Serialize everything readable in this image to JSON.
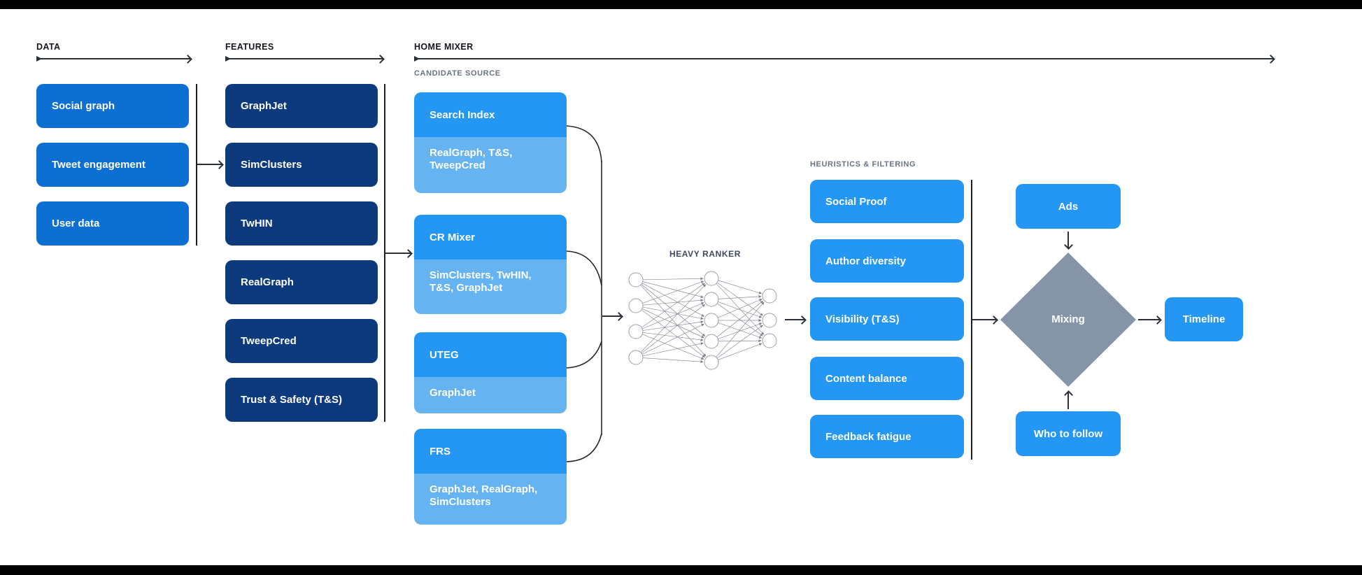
{
  "diagram": {
    "data_section": {
      "label": "DATA",
      "boxes": [
        "Social graph",
        "Tweet engagement",
        "User data"
      ]
    },
    "features_section": {
      "label": "FEATURES",
      "boxes": [
        "GraphJet",
        "SimClusters",
        "TwHIN",
        "RealGraph",
        "TweepCred",
        "Trust & Safety (T&S)"
      ]
    },
    "home_mixer_section": {
      "label": "HOME MIXER",
      "candidate_source": {
        "label": "CANDIDATE SOURCE",
        "boxes": [
          {
            "title": "Search Index",
            "sources": "RealGraph, T&S, TweepCred"
          },
          {
            "title": "CR Mixer",
            "sources": "SimClusters, TwHIN, T&S, GraphJet"
          },
          {
            "title": "UTEG",
            "sources": "GraphJet"
          },
          {
            "title": "FRS",
            "sources": "GraphJet, RealGraph, SimClusters"
          }
        ]
      },
      "heavy_ranker": {
        "label": "HEAVY RANKER"
      },
      "heuristics": {
        "label": "HEURISTICS & FILTERING",
        "boxes": [
          "Social Proof",
          "Author diversity",
          "Visibility (T&S)",
          "Content balance",
          "Feedback fatigue"
        ]
      },
      "mixing": {
        "ads": "Ads",
        "diamond": "Mixing",
        "who_to_follow": "Who to follow",
        "timeline": "Timeline"
      }
    }
  },
  "colors": {
    "data_box": "#0d6fd2",
    "features_box": "#0d3a7d",
    "candidate_header": "#2397f3",
    "candidate_sub": "#66b3f1",
    "heuristics_box": "#2397f3",
    "diamond": "#8694a7",
    "background": "#ffffff",
    "letterbox_bar": "#000000"
  }
}
